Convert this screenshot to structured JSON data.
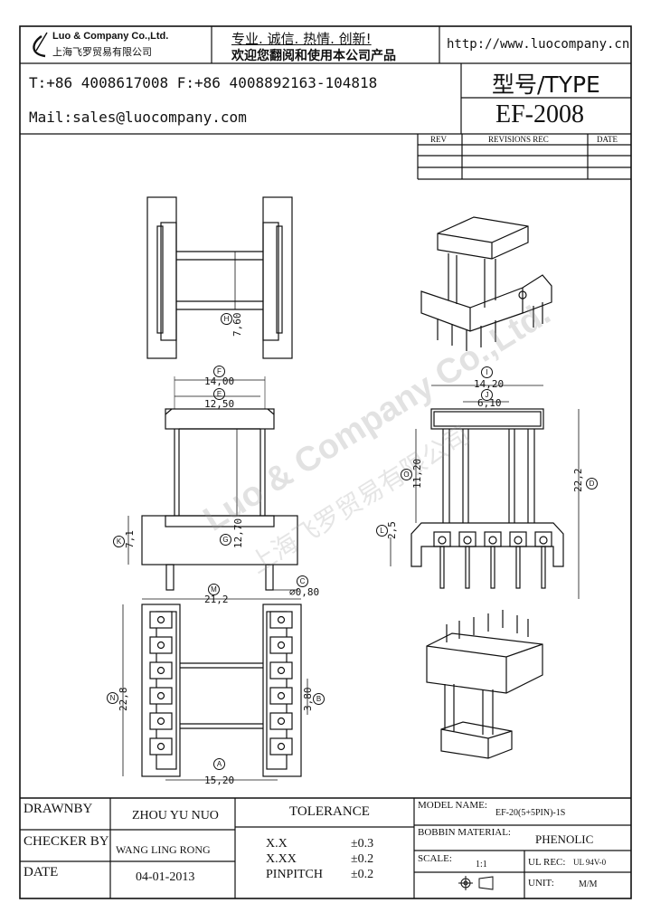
{
  "header": {
    "company_name": "Luo & Company Co.,Ltd.",
    "company_name_cn": "上海飞罗贸易有限公司",
    "slogan_line1": "专业. 诚信. 热情. 创新!",
    "slogan_line2": "欢迎您翻阅和使用本公司产品",
    "url": "http://www.luocompany.cn",
    "phone_fax": "T:+86 4008617008 F:+86 4008892163-104818",
    "mail": "Mail:sales@luocompany.com",
    "type_label": "型号/TYPE",
    "type_value": "EF-2008"
  },
  "revisions": {
    "col_rev": "REV",
    "col_revisions": "REVISIONS REC",
    "col_date": "DATE"
  },
  "watermark": {
    "text_en": "Luo & Company Co.,Ltd.",
    "text_cn": "上海飞罗贸易有限公司"
  },
  "dimensions": {
    "top_view_height": "7,60",
    "front_width_outer": "14,00",
    "front_width_inner": "12,50",
    "front_height": "12,70",
    "front_flange": "7,1",
    "pin_dia": "⌀0,80",
    "bottom_width": "21,2",
    "bottom_height": "22,8",
    "pin_pitch": "3,80",
    "bottom_base": "15,20",
    "side_width": "14,20",
    "side_inner": "6,10",
    "side_win_height": "11,20",
    "side_total_height": "22,2",
    "side_pin_offset": "2,5"
  },
  "callouts": {
    "a": "A",
    "b": "B",
    "c": "C",
    "d": "D",
    "e": "E",
    "f": "F",
    "g": "G",
    "h": "H",
    "i": "I",
    "j": "J",
    "k": "K",
    "l": "L",
    "m": "M",
    "n": "N",
    "o": "O"
  },
  "title_block": {
    "drawn_by_label": "DRAWNBY",
    "drawn_by_value": "ZHOU YU NUO",
    "checker_label": "CHECKER BY",
    "checker_value": "WANG LING RONG",
    "date_label": "DATE",
    "date_value": "04-01-2013",
    "tolerance_label": "TOLERANCE",
    "tol_xx_label": "X.X",
    "tol_xx_value": "±0.3",
    "tol_xxx_label": "X.XX",
    "tol_xxx_value": "±0.2",
    "tol_pin_label": "PINPITCH",
    "tol_pin_value": "±0.2",
    "model_label": "MODEL NAME:",
    "model_value": "EF-20(5+5PIN)-1S",
    "bobbin_label": "BOBBIN MATERIAL:",
    "bobbin_value": "PHENOLIC",
    "scale_label": "SCALE:",
    "scale_value": "1:1",
    "ul_label": "UL REC:",
    "ul_value": "UL 94V-0",
    "unit_label": "UNIT:",
    "unit_value": "M/M"
  }
}
